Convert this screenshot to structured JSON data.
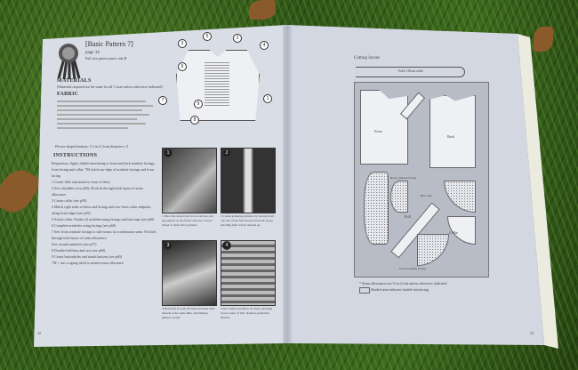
{
  "left_page": {
    "title": "[Basic Pattern 7]",
    "page_ref": "page 34",
    "subtitle": "Full size pattern piece side B",
    "materials_heading": "MATERIALS",
    "materials_text": "[Materials required are the same for all 5 sizes unless otherwise indicated]",
    "fabric_heading": "FABRIC",
    "buttons_text": "Flower-shaped buttons: 1½ in (1.2cm) diameter x 5",
    "instructions_heading": "INSTRUCTIONS",
    "instructions": [
      "Preparation: Apply fusible interfacing to front and back armhole facings, front facing and collar. *M stitch raw edge of armhole facings and front facing",
      "1  Create frills and attach to front of dress",
      "2  Sew shoulders (see p58). M stitch through both layers of seam allowance",
      "3  Create collar (see p59)",
      "4  Match right sides of dress and facings and sew from collar endpoint along front edges (see p59)",
      "5  Attach collar. Finish off neckline using facings and bias tape (see p60)",
      "6  Complete armholes using facings (see p60)",
      "7  Sew front armhole facings to side seams in a continuous seam. M stitch through both layers of seam allowance",
      "   Sew around armholes (see p57)",
      "8  Double-fold hem and sew (see p60)",
      "9  Create buttonholes and attach buttons (see p60)",
      "*M = use a zigzag stitch to neaten seam allowance"
    ],
    "diagram_numbers": [
      "1",
      "2",
      "3",
      "4",
      "5",
      "6",
      "7",
      "8",
      "9"
    ],
    "captions": [
      "1 Place the dress front in cut-out line, pin the pattern on the fabric and use a rotary wheel to mark frill positions",
      "2 Create gathering stitches by sewing from one end of the frill inward and back along stitching lines. Draw threads up",
      "3 Hold frill in your left hand and pull both threads at the same time, distributing gathers evenly",
      "4 Sew frills in position on dress, stitching down center of frill. Remove gathering threads"
    ],
    "photo_numbers": [
      "1",
      "2",
      "3",
      "4"
    ],
    "folio": "32"
  },
  "right_page": {
    "heading": "Cutting layout",
    "fabric_width": "Fold 110cm wide",
    "pieces": [
      "Front",
      "Back",
      "Frill",
      "Collar",
      "Back armhole facing",
      "Front neckline facing",
      "Bias tape"
    ],
    "note": "* Seam allowances are ⅜ in (1cm) unless otherwise indicated",
    "legend": "Shaded area indicates fusible interfacing",
    "folio": "33"
  },
  "colors": {
    "grass": "#3d6a20",
    "page": "#d9dde6",
    "diagram": "#b8bcc6"
  }
}
